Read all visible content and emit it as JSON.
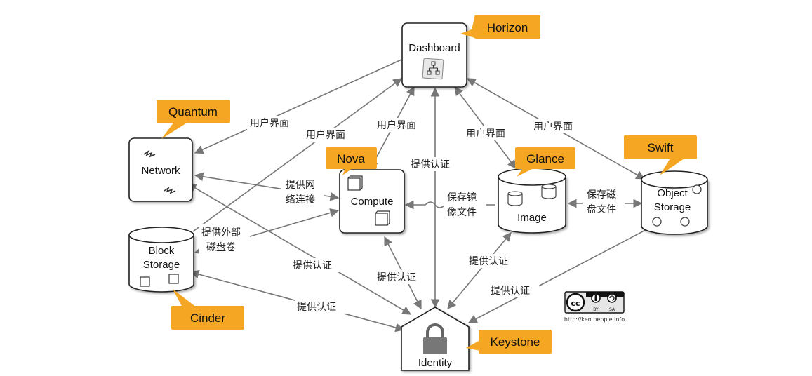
{
  "nodes": {
    "dashboard": "Dashboard",
    "network": "Network",
    "compute": "Compute",
    "image": "Image",
    "object_storage_1": "Object",
    "object_storage_2": "Storage",
    "block_storage_1": "Block",
    "block_storage_2": "Storage",
    "identity": "Identity"
  },
  "callouts": {
    "horizon": "Horizon",
    "quantum": "Quantum",
    "nova": "Nova",
    "glance": "Glance",
    "swift": "Swift",
    "cinder": "Cinder",
    "keystone": "Keystone"
  },
  "edge_labels": {
    "ui_network": "用户界面",
    "ui_block": "用户界面",
    "ui_compute": "用户界面",
    "ui_image": "用户界面",
    "ui_object": "用户界面",
    "auth_dashboard": "提供认证",
    "net_service_1": "提供网",
    "net_service_2": "络连接",
    "store_image_1": "保存镜",
    "store_image_2": "像文件",
    "store_disk_1": "保存磁",
    "store_disk_2": "盘文件",
    "ext_disk_1": "提供外部",
    "ext_disk_2": "磁盘卷",
    "auth_network": "提供认证",
    "auth_compute": "提供认证",
    "auth_image": "提供认证",
    "auth_object": "提供认证",
    "auth_block": "提供认证"
  },
  "license": {
    "badge_cc": "cc",
    "badge_by": "BY",
    "badge_sa": "SA",
    "url": "http://ken.pepple.info"
  },
  "colors": {
    "callout": "#f5a623",
    "arrow": "#777777",
    "box_stroke": "#222222"
  }
}
